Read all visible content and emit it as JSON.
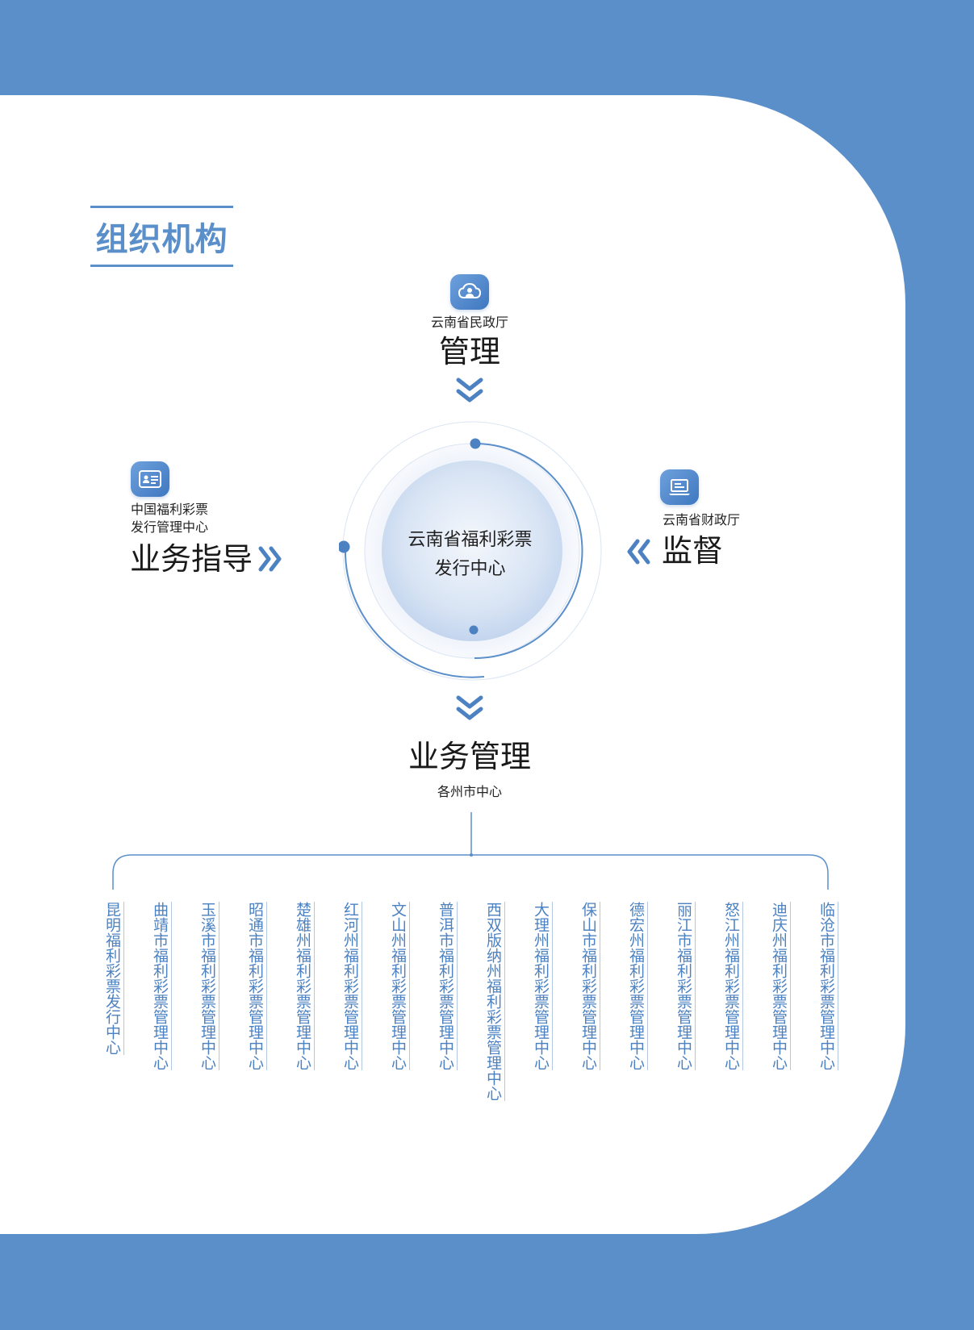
{
  "section_title": "组织机构",
  "top": {
    "org": "云南省民政厅",
    "role": "管理"
  },
  "left": {
    "org_line1": "中国福利彩票",
    "org_line2": "发行管理中心",
    "role": "业务指导"
  },
  "right": {
    "org": "云南省财政厅",
    "role": "监督"
  },
  "center": {
    "line1": "云南省福利彩票",
    "line2": "发行中心"
  },
  "bottom": {
    "role": "业务管理",
    "sub": "各州市中心"
  },
  "branches": [
    "昆明福利彩票发行中心",
    "曲靖市福利彩票管理中心",
    "玉溪市福利彩票管理中心",
    "昭通市福利彩票管理中心",
    "楚雄州福利彩票管理中心",
    "红河州福利彩票管理中心",
    "文山州福利彩票管理中心",
    "普洱市福利彩票管理中心",
    "西双版纳州福利彩票管理中心",
    "大理州福利彩票管理中心",
    "保山市福利彩票管理中心",
    "德宏州福利彩票管理中心",
    "丽江市福利彩票管理中心",
    "怒江州福利彩票管理中心",
    "迪庆州福利彩票管理中心",
    "临沧市福利彩票管理中心"
  ],
  "colors": {
    "accent": "#5b8fca",
    "branch_text": "#4d82c2",
    "background": "#ffffff"
  },
  "icons": {
    "top": "cloud-user-icon",
    "left": "id-card-icon",
    "right": "laptop-icon"
  }
}
